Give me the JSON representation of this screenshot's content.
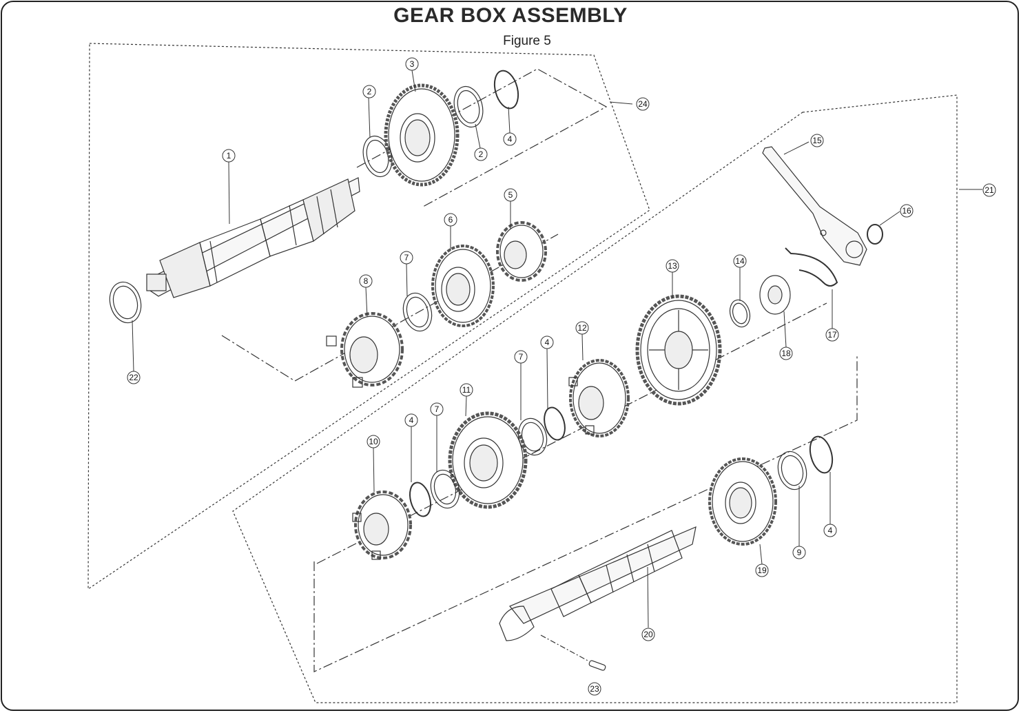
{
  "title": "GEAR BOX ASSEMBLY",
  "subtitle": "Figure 5",
  "callouts": [
    "1",
    "2",
    "2",
    "3",
    "4",
    "5",
    "6",
    "7",
    "8",
    "22",
    "24",
    "15",
    "16",
    "21",
    "17",
    "18",
    "13",
    "14",
    "12",
    "4",
    "7",
    "11",
    "7",
    "4",
    "10",
    "19",
    "9",
    "4",
    "20",
    "23"
  ]
}
